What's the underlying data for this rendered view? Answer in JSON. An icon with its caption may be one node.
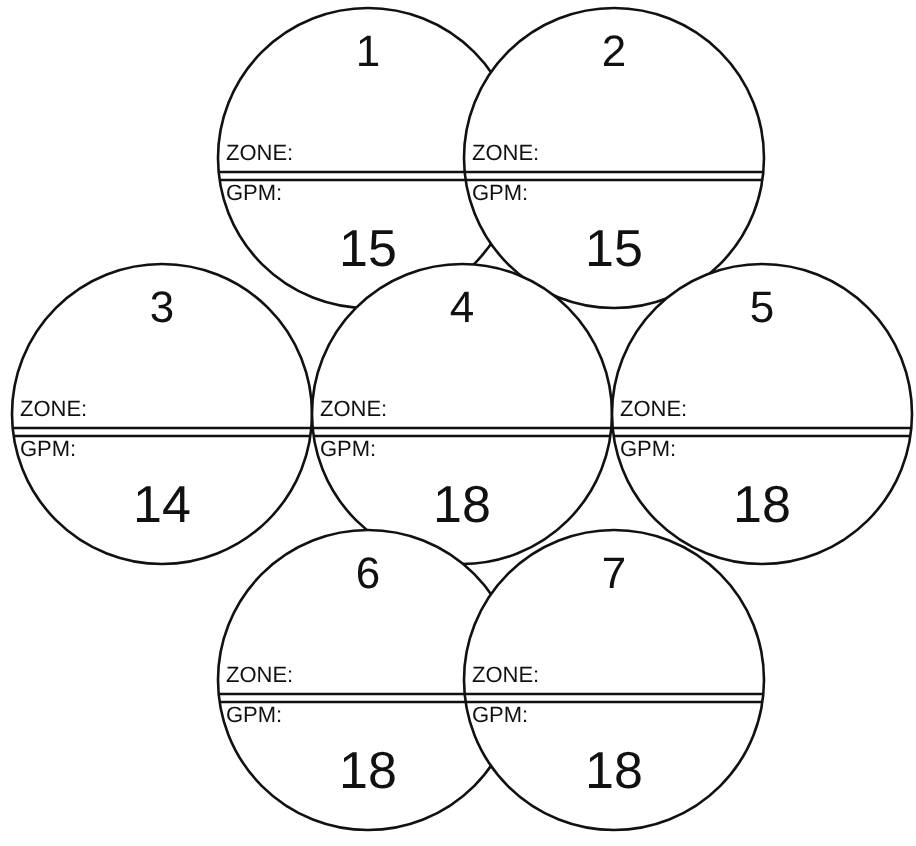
{
  "diagram": {
    "nodes": [
      {
        "text": [
          "1",
          "ZONE:",
          "GPM:",
          "15"
        ]
      },
      {
        "text": [
          "2",
          "ZONE:",
          "GPM:",
          "15"
        ]
      },
      {
        "text": [
          "3",
          "ZONE:",
          "GPM:",
          "14"
        ]
      },
      {
        "text": [
          "4",
          "ZONE:",
          "GPM:",
          "18"
        ]
      },
      {
        "text": [
          "5",
          "ZONE:",
          "GPM:",
          "18"
        ]
      },
      {
        "text": [
          "6",
          "ZONE:",
          "GPM:",
          "18"
        ]
      },
      {
        "text": [
          "7",
          "ZONE:",
          "GPM:",
          "18"
        ]
      }
    ]
  }
}
